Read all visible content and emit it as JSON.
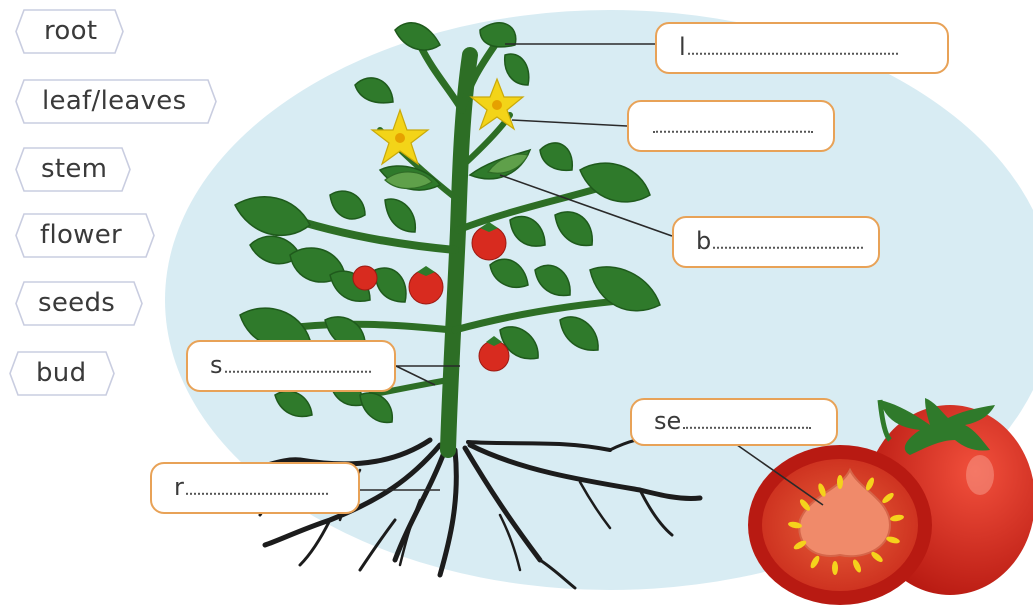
{
  "word_bank": [
    "root",
    "leaf/leaves",
    "stem",
    "flower",
    "seeds",
    "bud"
  ],
  "labels": {
    "leaf": "l",
    "flower": "",
    "bud": "b",
    "stem": "s",
    "seeds": "se",
    "root": "r"
  },
  "colors": {
    "background_oval": "#d8ecf3",
    "leaf": "#2f7a2b",
    "tomato": "#d82b1f",
    "flower": "#f3d418",
    "box_border": "#e8a257",
    "tag_border": "#c9cde0"
  }
}
